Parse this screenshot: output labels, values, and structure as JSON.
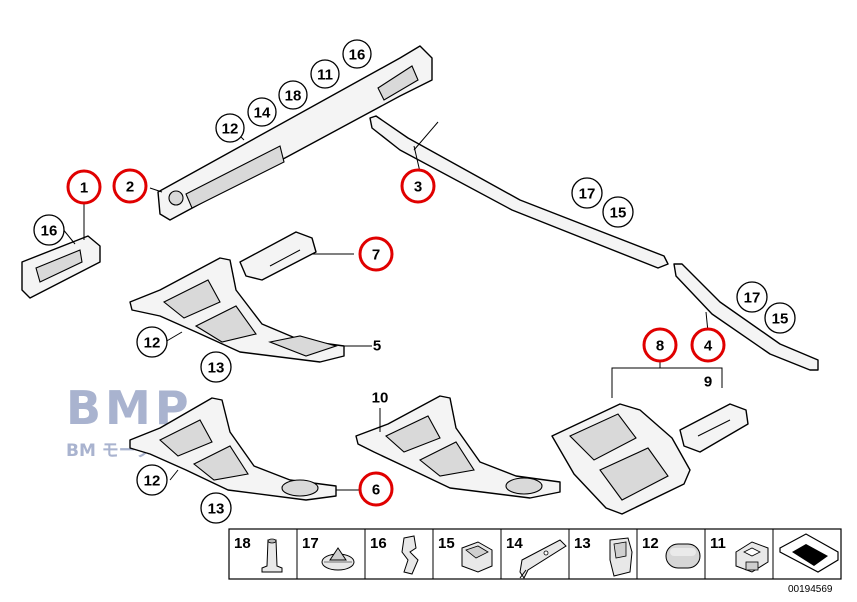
{
  "watermark": {
    "brand": "BMP",
    "subtitle": "BM モーターパーツ"
  },
  "callouts": [
    {
      "id": "c1",
      "text": "1",
      "highlighted": true
    },
    {
      "id": "c2",
      "text": "2",
      "highlighted": true
    },
    {
      "id": "c16a",
      "text": "16",
      "highlighted": false
    },
    {
      "id": "c12a",
      "text": "12",
      "highlighted": false
    },
    {
      "id": "c14a",
      "text": "14",
      "highlighted": false
    },
    {
      "id": "c18a",
      "text": "18",
      "highlighted": false
    },
    {
      "id": "c11a",
      "text": "11",
      "highlighted": false
    },
    {
      "id": "c16b",
      "text": "16",
      "highlighted": false
    },
    {
      "id": "c3",
      "text": "3",
      "highlighted": true
    },
    {
      "id": "c17a",
      "text": "17",
      "highlighted": false
    },
    {
      "id": "c15a",
      "text": "15",
      "highlighted": false
    },
    {
      "id": "c7",
      "text": "7",
      "highlighted": true
    },
    {
      "id": "c12b",
      "text": "12",
      "highlighted": false
    },
    {
      "id": "c13a",
      "text": "13",
      "highlighted": false
    },
    {
      "id": "c17b",
      "text": "17",
      "highlighted": false
    },
    {
      "id": "c15b",
      "text": "15",
      "highlighted": false
    },
    {
      "id": "c8",
      "text": "8",
      "highlighted": true
    },
    {
      "id": "c4",
      "text": "4",
      "highlighted": true
    },
    {
      "id": "c12c",
      "text": "12",
      "highlighted": false
    },
    {
      "id": "c13b",
      "text": "13",
      "highlighted": false
    },
    {
      "id": "c6",
      "text": "6",
      "highlighted": true
    },
    {
      "id": "c13c",
      "text": "13",
      "highlighted": false
    }
  ],
  "labels": [
    {
      "id": "l5",
      "text": "5"
    },
    {
      "id": "l9",
      "text": "9"
    },
    {
      "id": "l10",
      "text": "10"
    }
  ],
  "legend": [
    {
      "number": "18",
      "icon": "rivet-icon"
    },
    {
      "number": "17",
      "icon": "expanding-nut-icon"
    },
    {
      "number": "16",
      "icon": "spring-clip-icon"
    },
    {
      "number": "15",
      "icon": "clip-nut-icon"
    },
    {
      "number": "14",
      "icon": "bracket-clip-icon"
    },
    {
      "number": "13",
      "icon": "retaining-clip-icon"
    },
    {
      "number": "12",
      "icon": "rubber-buffer-icon"
    },
    {
      "number": "11",
      "icon": "square-clip-icon"
    },
    {
      "number": "",
      "icon": "sheet-metal-icon"
    }
  ],
  "reference": "00194569",
  "colors": {
    "highlight": "#e00000",
    "watermark": "#a9b3cf"
  }
}
